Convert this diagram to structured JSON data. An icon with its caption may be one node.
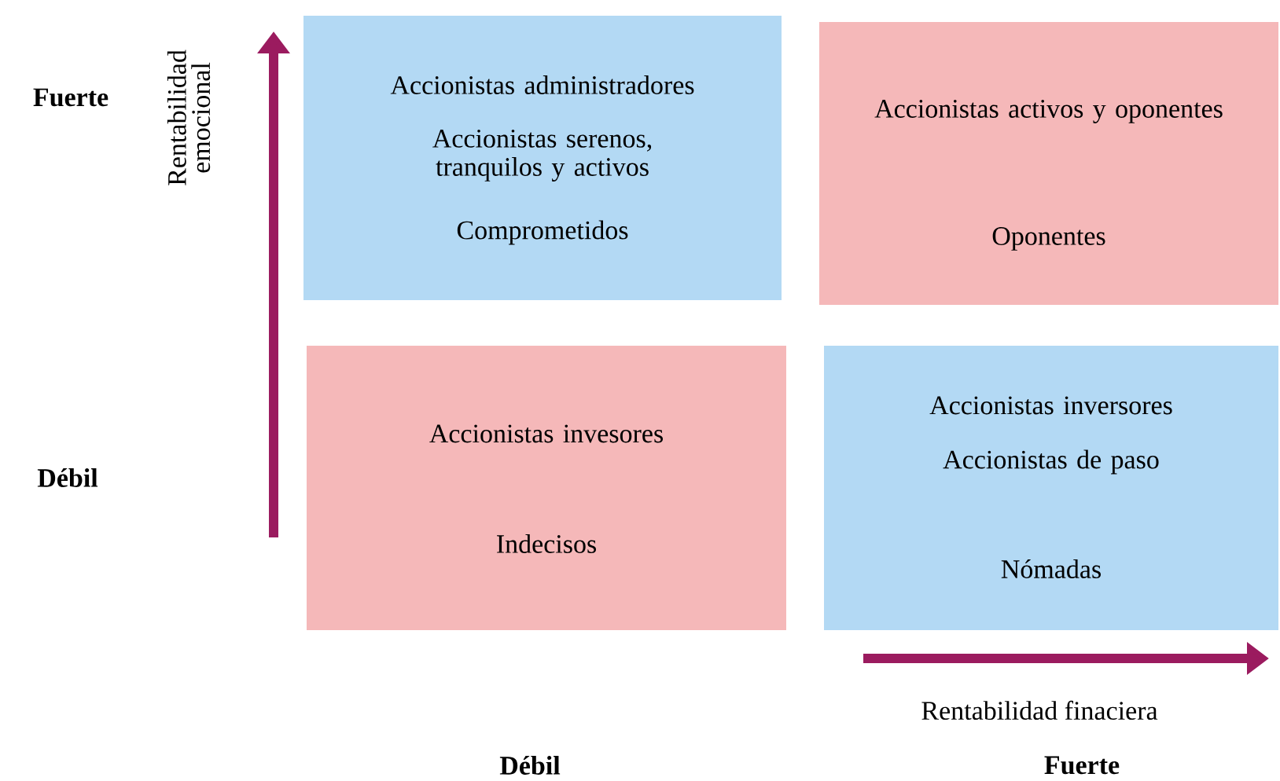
{
  "diagram": {
    "nodes": [
      {
        "text": [
          "Accionistas administradores",
          "Accionistas serenos, tranquilos y activos",
          "Comprometidos"
        ]
      },
      {
        "text": [
          "Accionistas activos y oponentes",
          "Oponentes"
        ]
      },
      {
        "text": [
          "Accionistas invesores",
          "Indecisos"
        ]
      },
      {
        "text": [
          "Accionistas inversores",
          "Accionistas de paso",
          "Nómadas"
        ]
      }
    ],
    "labels": [
      "Fuerte",
      "Rentabilidad emocional",
      "Débil",
      "Rentabilidad finaciera",
      "Débil",
      "Fuerte"
    ]
  }
}
